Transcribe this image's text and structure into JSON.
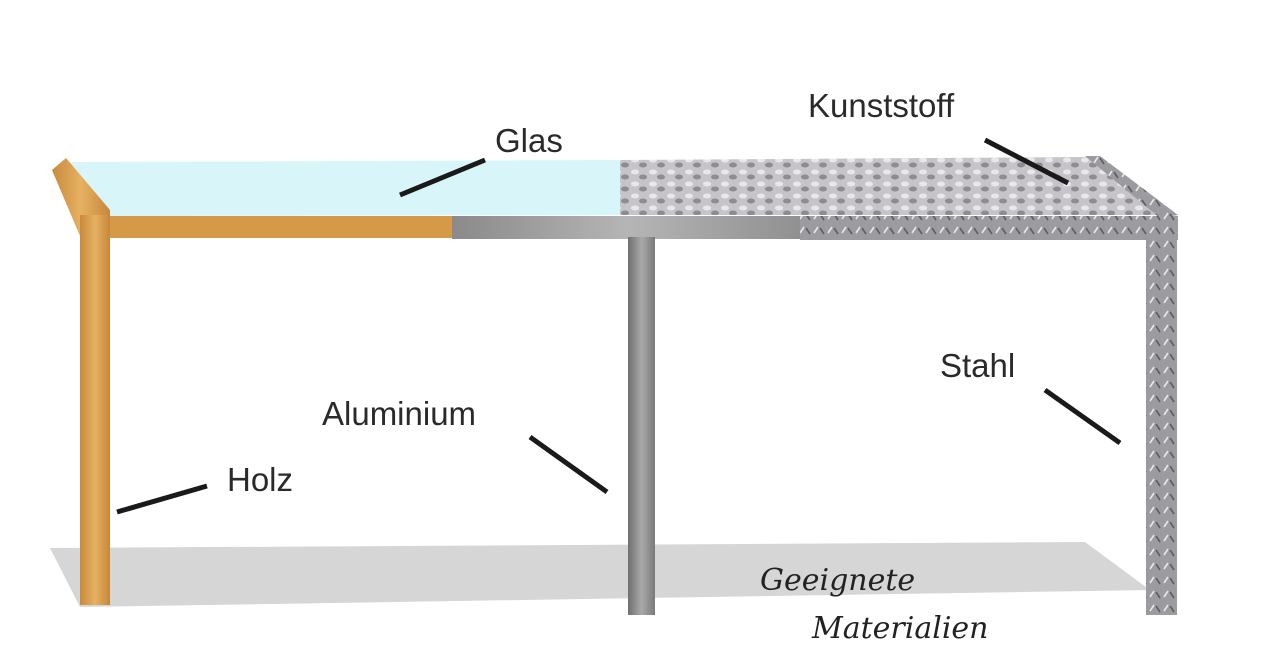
{
  "labels": {
    "glas": "Glas",
    "kunststoff": "Kunststoff",
    "aluminium": "Aluminium",
    "holz": "Holz",
    "stahl": "Stahl"
  },
  "caption": {
    "line1": "Geeignete",
    "line2": "Materialien"
  },
  "colors": {
    "wood": "#d9a04e",
    "glass": "#d8f6fa",
    "aluminium": "#8d8d8d",
    "plastic": "#c9c6cc",
    "steel": "#a0a0a4",
    "shadow": "#d6d6d6"
  }
}
